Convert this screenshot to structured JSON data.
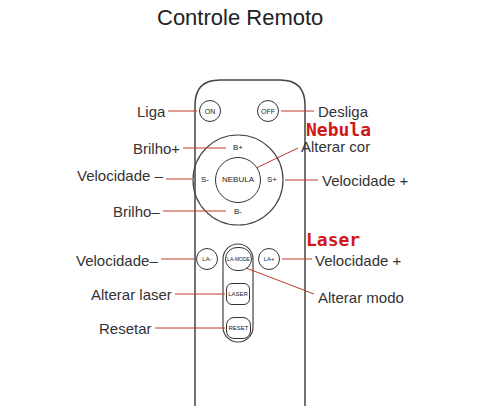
{
  "diagram": {
    "title": "Controle Remoto",
    "nodes": [
      {
        "text": [
          "ON"
        ]
      },
      {
        "text": [
          "OFF"
        ]
      },
      {
        "text": [
          "B+"
        ]
      },
      {
        "text": [
          "S-"
        ]
      },
      {
        "text": [
          "NEBULA"
        ]
      },
      {
        "text": [
          "S+"
        ]
      },
      {
        "text": [
          "B-"
        ]
      },
      {
        "text": [
          "LA-"
        ]
      },
      {
        "text": [
          "LA-MODE"
        ]
      },
      {
        "text": [
          "LA+"
        ]
      },
      {
        "text": [
          "LASER"
        ]
      },
      {
        "text": [
          "RESET"
        ]
      }
    ],
    "labels": [
      "Liga",
      "Desliga",
      "Nebula",
      "Brilho+",
      "Alterar cor",
      "Velocidade –",
      "Velocidade +",
      "Brilho–",
      "Laser",
      "Velocidade–",
      "Velocidade +",
      "Alterar laser",
      "Alterar modo",
      "Resetar"
    ]
  }
}
